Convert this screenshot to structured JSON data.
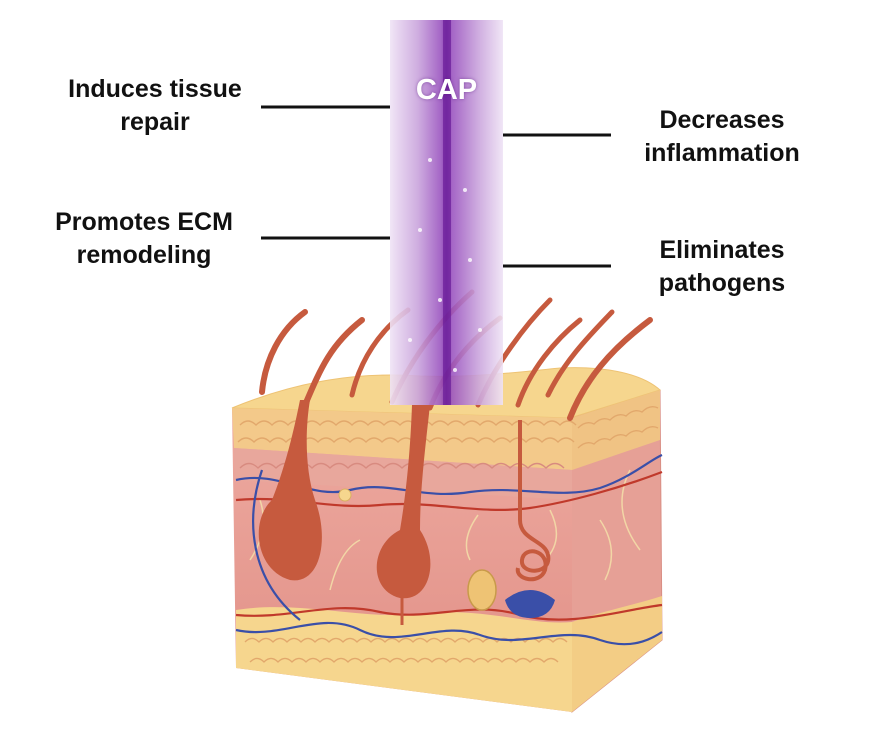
{
  "beam": {
    "label": "CAP"
  },
  "effects": {
    "tissue_repair": "Induces tissue\nrepair",
    "ecm_remodeling": "Promotes ECM\nremodeling",
    "inflammation": "Decreases\ninflammation",
    "pathogens": "Eliminates\npathogens"
  },
  "colors": {
    "plasma_beam": "#8a3fb0",
    "epidermis": "#f5d28a",
    "dermis": "#e89a90",
    "hair": "#c65a3e",
    "vessel_blue": "#3a4fa8",
    "vessel_red": "#c0392b"
  }
}
